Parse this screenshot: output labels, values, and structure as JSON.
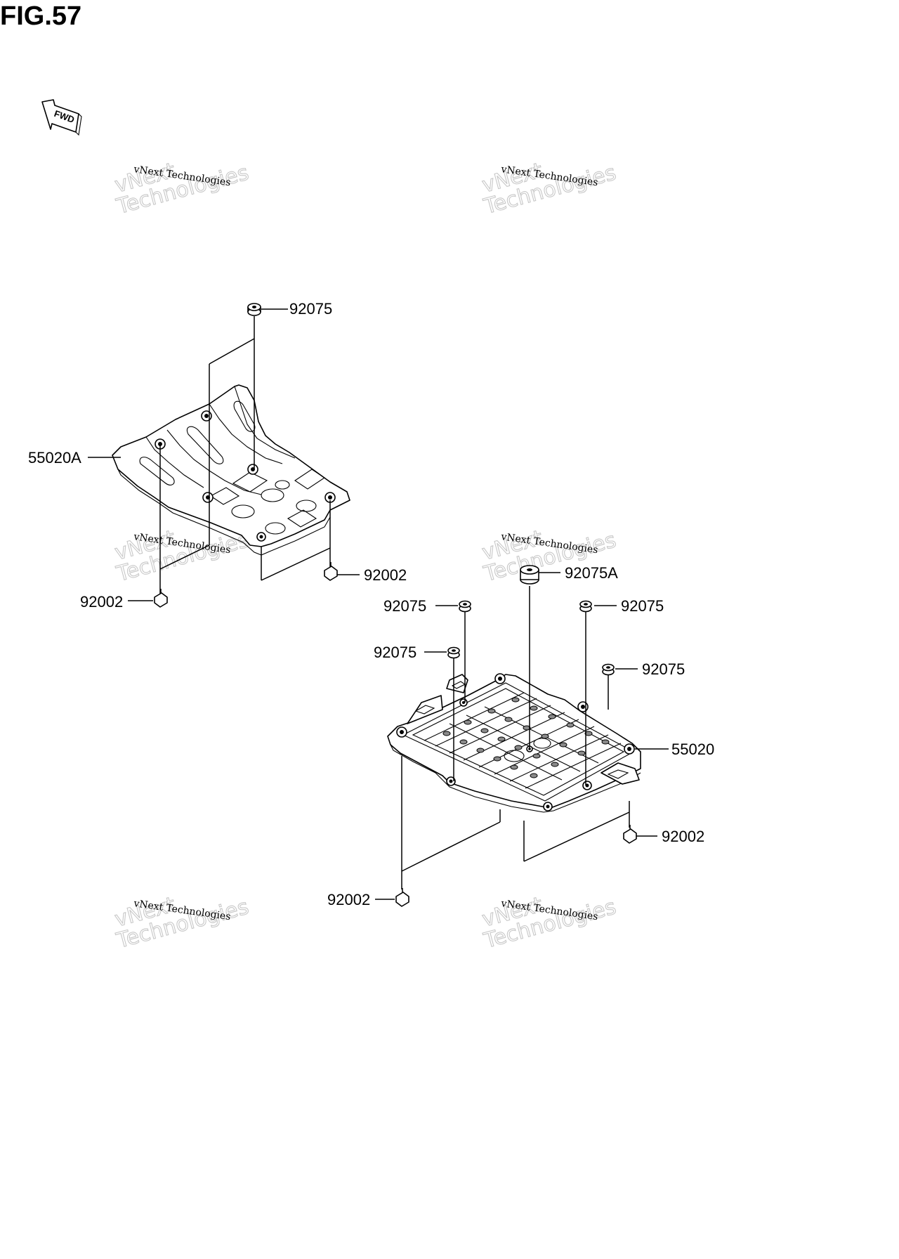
{
  "figure": {
    "title": "FIG.57",
    "fwd_label": "FWD"
  },
  "watermark": {
    "line1": "vNext Technologies",
    "line2a": "vNext",
    "line2b": "Technologies"
  },
  "labels": {
    "upper_92075": "92075",
    "upper_55020A": "55020A",
    "upper_92002_right": "92002",
    "upper_92002_left": "92002",
    "lower_92075A": "92075A",
    "lower_92075_a": "92075",
    "lower_92075_b": "92075",
    "lower_92075_c": "92075",
    "lower_92075_d": "92075",
    "lower_55020": "55020",
    "lower_92002_right": "92002",
    "lower_92002_left": "92002"
  },
  "colors": {
    "line": "#000000",
    "watermark": "#c8c8c8",
    "background": "#ffffff"
  }
}
